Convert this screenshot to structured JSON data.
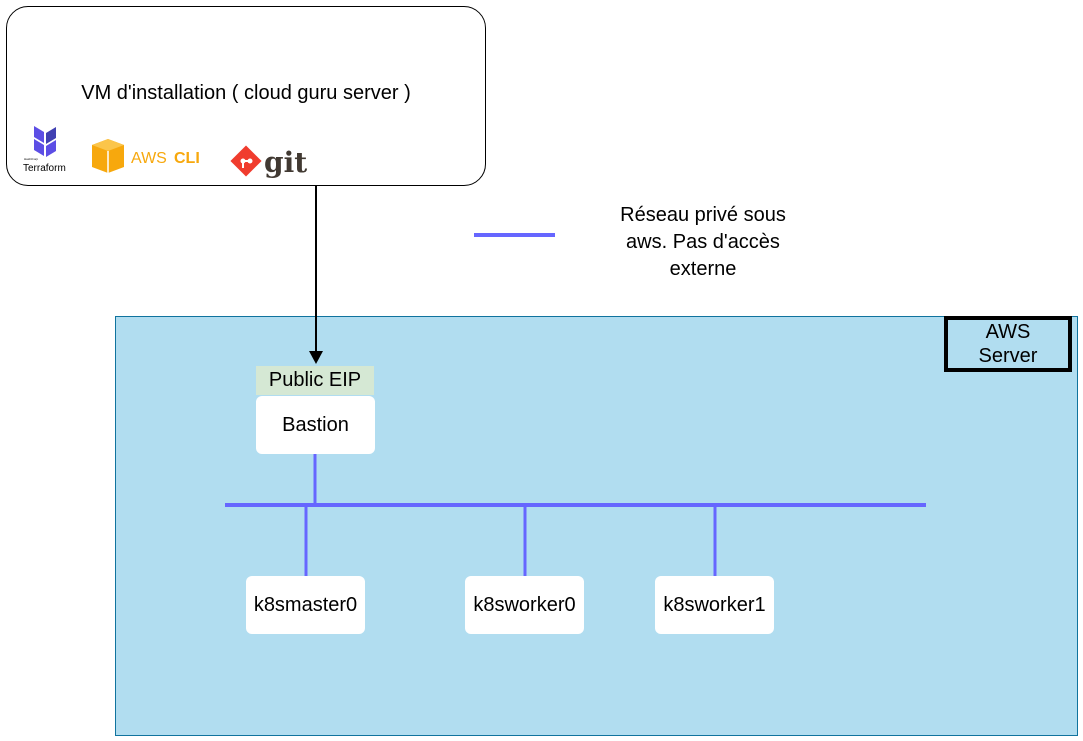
{
  "vm": {
    "title": "VM d'installation ( cloud guru server )",
    "tools": [
      {
        "name": "Terraform",
        "icon": "terraform-icon",
        "caption_top": "HashiCorp",
        "caption": "Terraform",
        "color": "#5c4ee5"
      },
      {
        "name": "AWS CLI",
        "icon": "aws-cli-icon",
        "prefix": "AWS",
        "suffix": "CLI",
        "color": "#f7a80d"
      },
      {
        "name": "git",
        "icon": "git-icon",
        "label": "git",
        "color": "#f03c2e",
        "text_color": "#413932"
      }
    ]
  },
  "legend": {
    "text_line1": "Réseau privé sous",
    "text_line2": "aws. Pas d'accès",
    "text_line3": "externe",
    "line_color": "#6666ff"
  },
  "aws": {
    "label_line1": "AWS",
    "label_line2": "Server",
    "region_color": "#b1ddf0"
  },
  "nodes": {
    "eip": "Public EIP",
    "bastion": "Bastion",
    "master": "k8smaster0",
    "worker0": "k8sworker0",
    "worker1": "k8sworker1"
  },
  "colors": {
    "network": "#6666ff",
    "eip_bg": "#d5e8d4"
  }
}
